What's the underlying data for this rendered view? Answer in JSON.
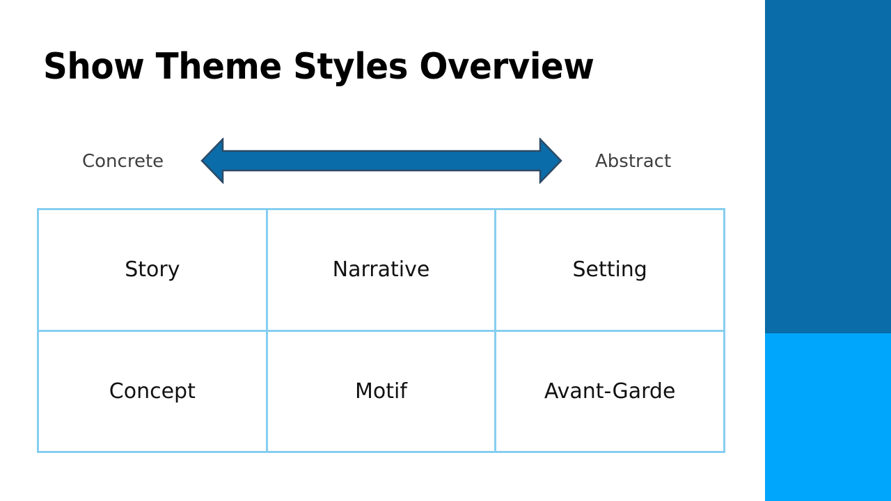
{
  "slide": {
    "title": "Show Theme Styles Overview",
    "background_color": "#FFFFFF"
  },
  "axis": {
    "left_label": "Concrete",
    "right_label": "Abstract",
    "arrow_name": "double-headed-arrow",
    "arrow_fill": "#0A6CA8",
    "arrow_stroke": "#2E4A66",
    "label_color": "#3F3F3F"
  },
  "table": {
    "border_color": "#86CEF0",
    "text_color": "#111111",
    "rows": [
      {
        "cells": [
          "Story",
          "Narrative",
          "Setting"
        ]
      },
      {
        "cells": [
          "Concept",
          "Motif",
          "Avant-Garde"
        ]
      }
    ]
  },
  "sidebar": {
    "top_band_color": "#0A6CA8",
    "bottom_band_color": "#00A6FB"
  }
}
